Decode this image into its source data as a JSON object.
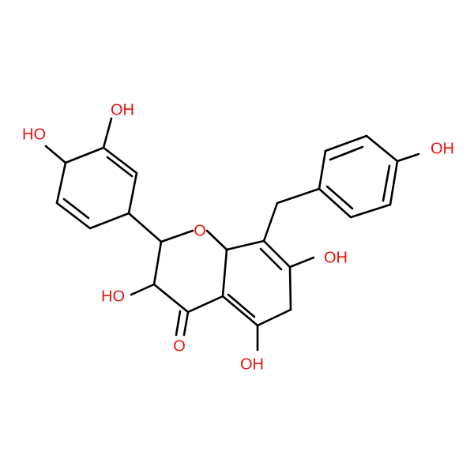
{
  "molecule": {
    "label_color": "#e8120c",
    "bond_color": "#000000",
    "labels": {
      "oh_3a": "OH",
      "oh_4a": "HO",
      "oh_4b": "OH",
      "o_ring": "O",
      "oh_7": "OH",
      "oh_3": "HO",
      "o_keto": "O",
      "oh_5": "OH"
    }
  }
}
